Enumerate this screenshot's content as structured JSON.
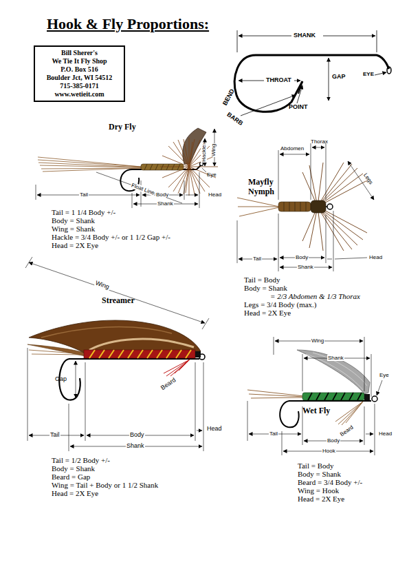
{
  "diagram": {
    "title": "Hook & Fly Proportions:",
    "nodes": [
      {
        "text": [
          "Bill Sherer's",
          "We Tie It Fly Shop",
          "P.O. Box 516",
          "Boulder Jct, WI 54512",
          "715-385-0171",
          "www.wetieit.com"
        ]
      }
    ],
    "labels": [
      "SHANK",
      "EYE",
      "GAP",
      "THROAT",
      "BEND",
      "BARB",
      "POINT",
      "Dry Fly",
      "Hackle",
      "Wing",
      "Eye",
      "Float Line",
      "Tail",
      "Body",
      "Head",
      "Shank",
      "Tail = 1 1/4 Body +/-",
      "Body = Shank",
      "Wing = Shank",
      "Hackle = 3/4 Body +/- or 1 1/2 Gap +/-",
      "Head = 2X Eye",
      "Thorax",
      "Abdomen",
      "Legs",
      "Mayfly Nymph",
      "Tail",
      "Body",
      "Head",
      "Shank",
      "Tail = Body",
      "Body = Shank",
      "= 2/3 Abdomen & 1/3 Thorax",
      "Legs = 3/4 Body (max.)",
      "Head = 2X Eye",
      "Wing",
      "Streamer",
      "Gap",
      "Beard",
      "Tail",
      "Body",
      "Head",
      "Shank",
      "Tail = 1/2 Body +/-",
      "Body = Shank",
      "Beard = Gap",
      "Wing = Tail + Body or 1 1/2 Shank",
      "Head = 2X Eye",
      "Wing",
      "Shank",
      "Eye",
      "Wet Fly",
      "Head",
      "Beard",
      "Tail",
      "Body",
      "Hook",
      "Tail = Body",
      "Body = Shank",
      "Beard = 3/4 Body +/-",
      "Wing = Hook",
      "Head = 2X Eye"
    ]
  }
}
